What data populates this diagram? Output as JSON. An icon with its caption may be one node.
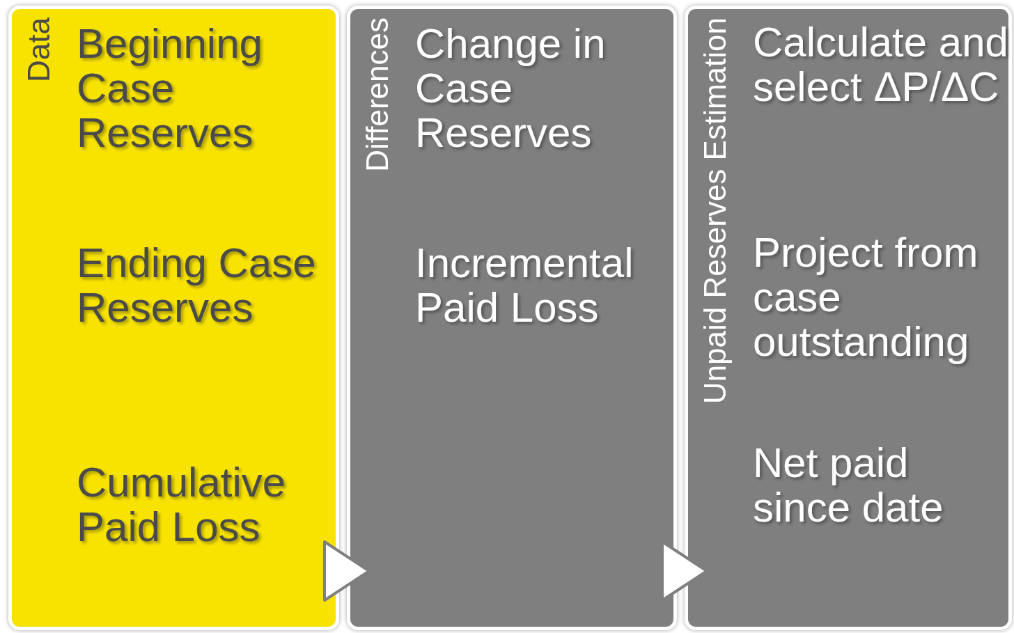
{
  "diagram": {
    "nodes": [
      {
        "text": [
          "Data",
          "Beginning Case Reserves",
          "Ending Case Reserves",
          "Cumulative Paid Loss"
        ]
      },
      {
        "text": [
          "Differences",
          "Change in Case Reserves",
          "Incremental Paid Loss"
        ]
      },
      {
        "text": [
          "Unpaid Reserves Estimation",
          "Calculate and select ΔP/ΔC",
          "Project from case outstanding",
          "Net paid since date"
        ]
      }
    ],
    "edges": [
      {
        "from": 0,
        "to": 1,
        "arrow": "to"
      },
      {
        "from": 1,
        "to": 2,
        "arrow": "to"
      }
    ]
  }
}
